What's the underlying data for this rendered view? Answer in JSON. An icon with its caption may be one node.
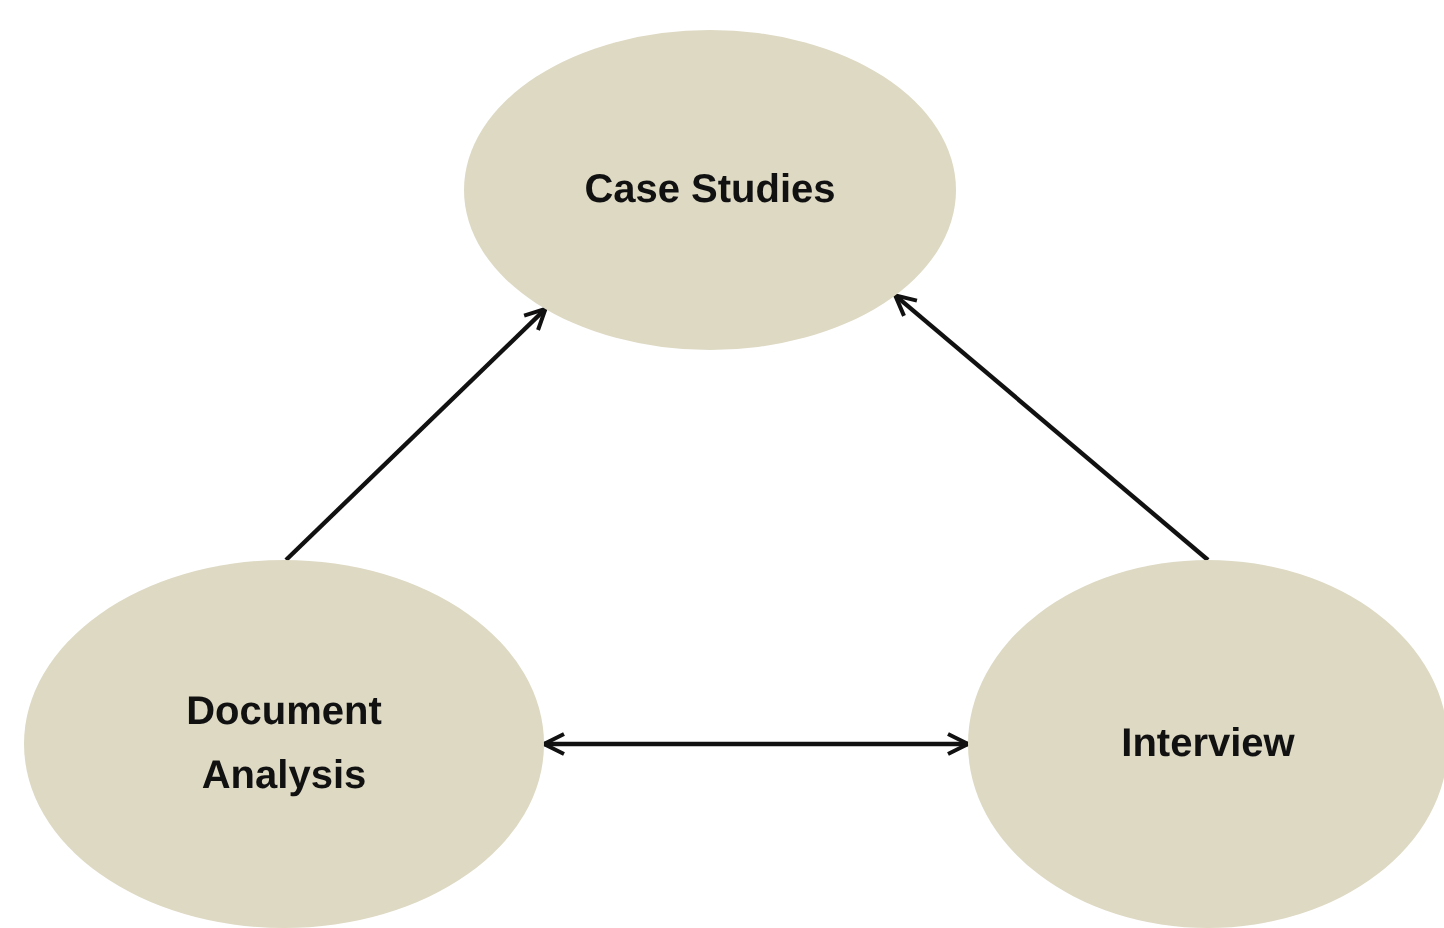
{
  "diagram": {
    "nodes": [
      {
        "text": [
          "Case Studies"
        ]
      },
      {
        "text": [
          "Document Analysis"
        ]
      },
      {
        "text": [
          "Interview"
        ]
      }
    ],
    "edges": [
      {
        "from": 1,
        "to": 0,
        "arrow": "to"
      },
      {
        "from": 2,
        "to": 0,
        "arrow": "to"
      },
      {
        "from": 1,
        "to": 2,
        "arrow": "both"
      }
    ]
  }
}
